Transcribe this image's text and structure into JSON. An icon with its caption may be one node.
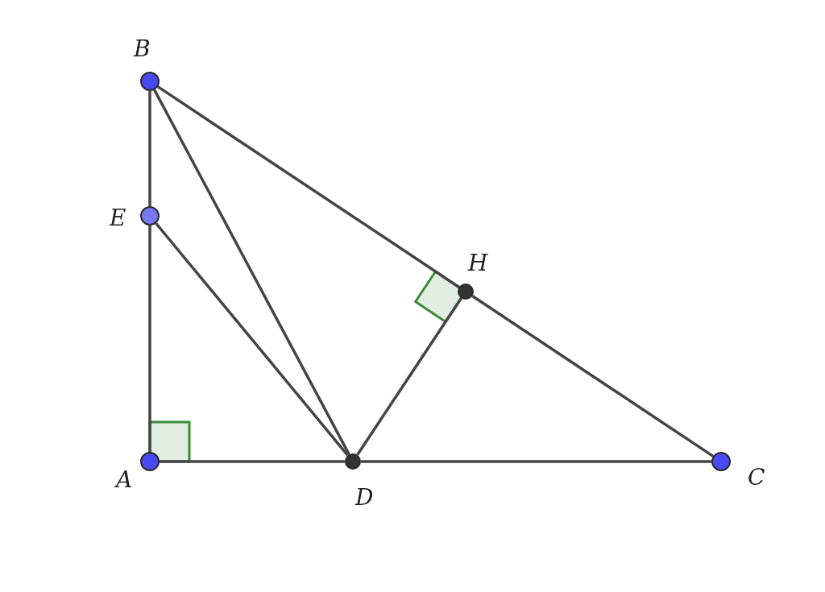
{
  "diagram": {
    "nodes": [
      {
        "text": [
          "B"
        ]
      },
      {
        "text": [
          "E"
        ]
      },
      {
        "text": [
          "H"
        ]
      },
      {
        "text": [
          "A"
        ]
      },
      {
        "text": [
          "D"
        ]
      },
      {
        "text": [
          "C"
        ]
      }
    ],
    "edges": [
      {
        "from": 0,
        "to": 1,
        "arrow": "none"
      },
      {
        "from": 1,
        "to": 3,
        "arrow": "none"
      },
      {
        "from": 0,
        "to": 2,
        "arrow": "none"
      },
      {
        "from": 2,
        "to": 5,
        "arrow": "none"
      },
      {
        "from": 3,
        "to": 4,
        "arrow": "none"
      },
      {
        "from": 4,
        "to": 5,
        "arrow": "none"
      },
      {
        "from": 0,
        "to": 4,
        "arrow": "none"
      },
      {
        "from": 1,
        "to": 4,
        "arrow": "none"
      },
      {
        "from": 4,
        "to": 2,
        "arrow": "none"
      }
    ]
  }
}
